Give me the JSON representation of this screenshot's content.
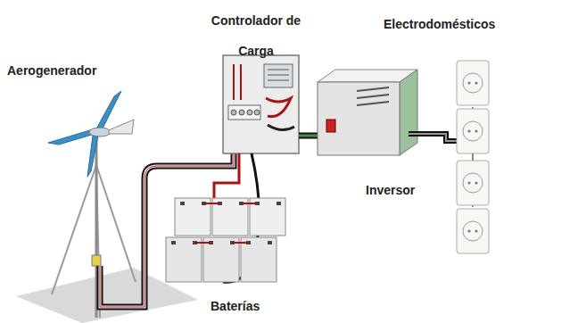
{
  "diagram": {
    "labels": [
      "Aerogenerador",
      "Controlador de Carga",
      "Electrodomésticos",
      "Inversor",
      "Baterías"
    ]
  }
}
